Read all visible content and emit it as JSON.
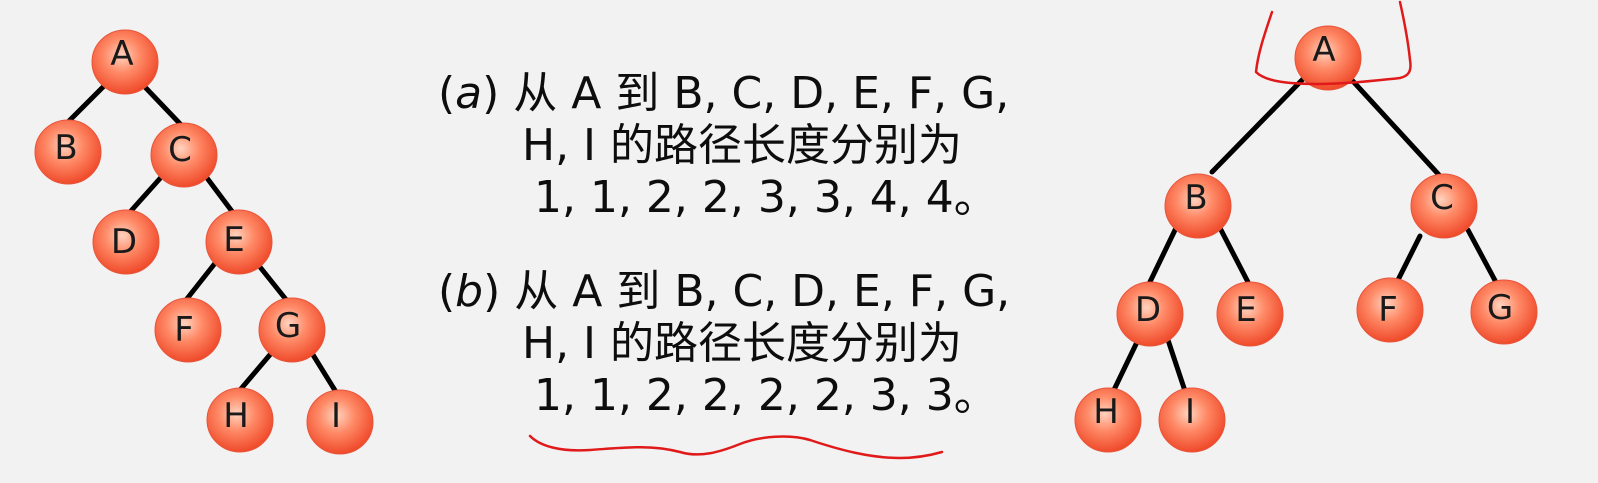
{
  "tree_a": {
    "nodes": [
      "A",
      "B",
      "C",
      "D",
      "E",
      "F",
      "G",
      "H",
      "I"
    ]
  },
  "tree_b": {
    "nodes": [
      "A",
      "B",
      "C",
      "D",
      "E",
      "F",
      "G",
      "H",
      "I"
    ]
  },
  "text_a": {
    "prefix_open": "(",
    "italic_letter": "a",
    "prefix_close": ")",
    "line1": " 从 A 到 B, C, D, E, F, G,",
    "line2": "H, I 的路径长度分别为",
    "line3": "1, 1, 2, 2, 3, 3, 4, 4。"
  },
  "text_b": {
    "prefix_open": "(",
    "italic_letter": "b",
    "prefix_close": ")",
    "line1": " 从 A 到 B, C, D, E, F, G,",
    "line2": "H, I 的路径长度分别为",
    "line3": "1, 1, 2, 2, 2, 2, 3, 3。"
  },
  "colors": {
    "background": "#f2f2f2",
    "node_fill_center": "#ffc9b0",
    "node_fill_edge": "#f0502f",
    "edge": "#000000",
    "annotation_ink": "#e01a1a"
  }
}
